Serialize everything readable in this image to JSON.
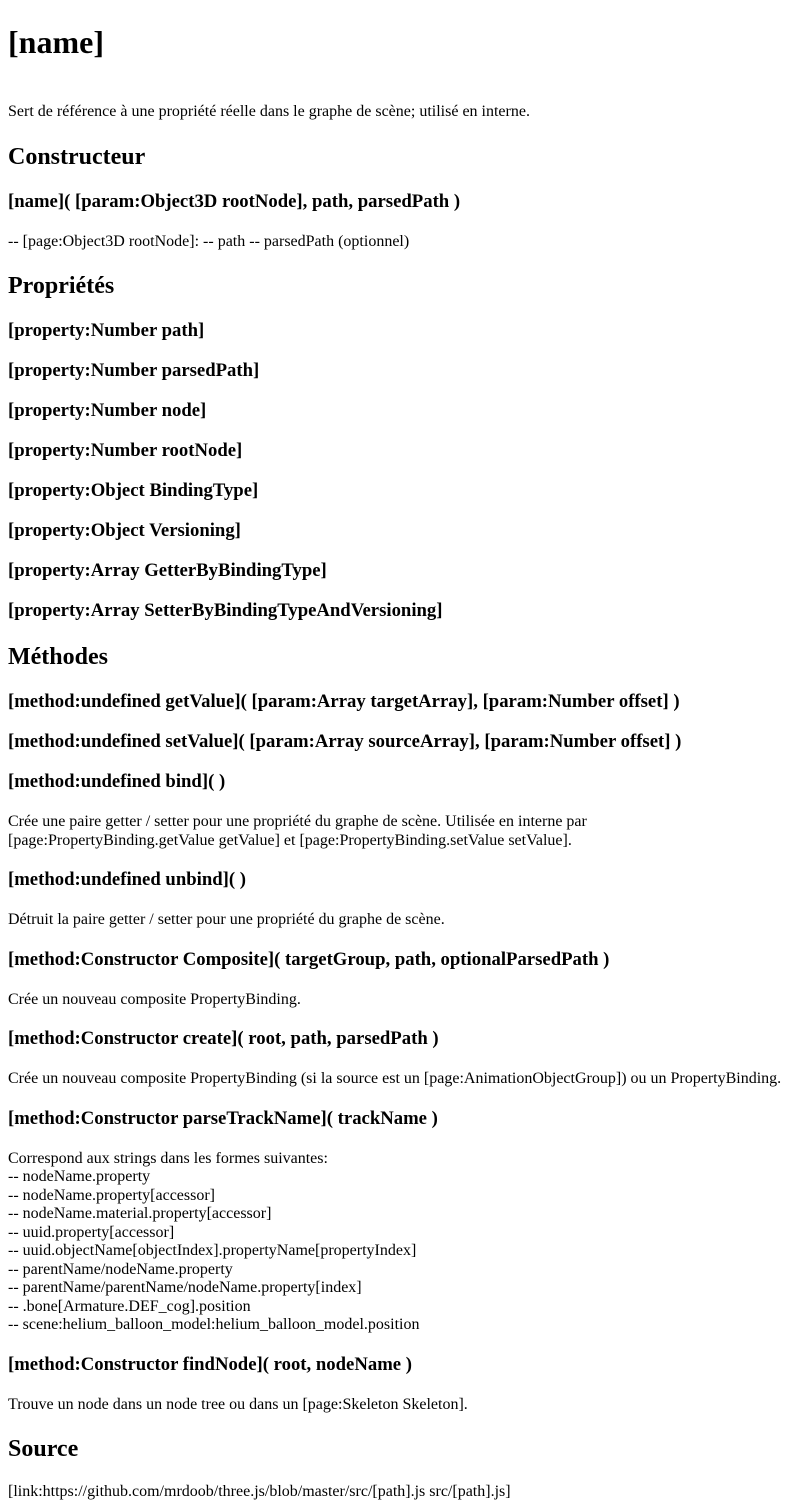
{
  "title": "[name]",
  "intro": "Sert de référence à une propriété réelle dans le graphe de scène; utilisé en interne.",
  "constructor_section": {
    "heading": "Constructeur",
    "signature": "[name]( [param:Object3D rootNode], path, parsedPath )",
    "description": "-- [page:Object3D rootNode]: -- path -- parsedPath (optionnel)"
  },
  "properties_section": {
    "heading": "Propriétés",
    "items": [
      "[property:Number path]",
      "[property:Number parsedPath]",
      "[property:Number node]",
      "[property:Number rootNode]",
      "[property:Object BindingType]",
      "[property:Object Versioning]",
      "[property:Array GetterByBindingType]",
      "[property:Array SetterByBindingTypeAndVersioning]"
    ]
  },
  "methods_section": {
    "heading": "Méthodes",
    "getValue": "[method:undefined getValue]( [param:Array targetArray], [param:Number offset] )",
    "setValue": "[method:undefined setValue]( [param:Array sourceArray], [param:Number offset] )",
    "bind": {
      "signature": "[method:undefined bind]( )",
      "description_line1": "Crée une paire getter / setter pour une propriété du graphe de scène. Utilisée en interne par",
      "description_line2": "[page:PropertyBinding.getValue getValue] et [page:PropertyBinding.setValue setValue]."
    },
    "unbind": {
      "signature": "[method:undefined unbind]( )",
      "description": "Détruit la paire getter / setter pour une propriété du graphe de scène."
    },
    "composite": {
      "signature": "[method:Constructor Composite]( targetGroup, path, optionalParsedPath )",
      "description": "Crée un nouveau composite PropertyBinding."
    },
    "create": {
      "signature": "[method:Constructor create]( root, path, parsedPath )",
      "description": "Crée un nouveau composite PropertyBinding (si la source est un [page:AnimationObjectGroup]) ou un PropertyBinding."
    },
    "parseTrackName": {
      "signature": "[method:Constructor parseTrackName]( trackName )",
      "intro": "Correspond aux strings dans les formes suivantes:",
      "lines": [
        "-- nodeName.property",
        "-- nodeName.property[accessor]",
        "-- nodeName.material.property[accessor]",
        "-- uuid.property[accessor]",
        "-- uuid.objectName[objectIndex].propertyName[propertyIndex]",
        "-- parentName/nodeName.property",
        "-- parentName/parentName/nodeName.property[index]",
        "-- .bone[Armature.DEF_cog].position",
        "-- scene:helium_balloon_model:helium_balloon_model.position"
      ]
    },
    "findNode": {
      "signature": "[method:Constructor findNode]( root, nodeName )",
      "description": "Trouve un node dans un node tree ou dans un [page:Skeleton Skeleton]."
    }
  },
  "source_section": {
    "heading": "Source",
    "link": "[link:https://github.com/mrdoob/three.js/blob/master/src/[path].js src/[path].js]"
  }
}
